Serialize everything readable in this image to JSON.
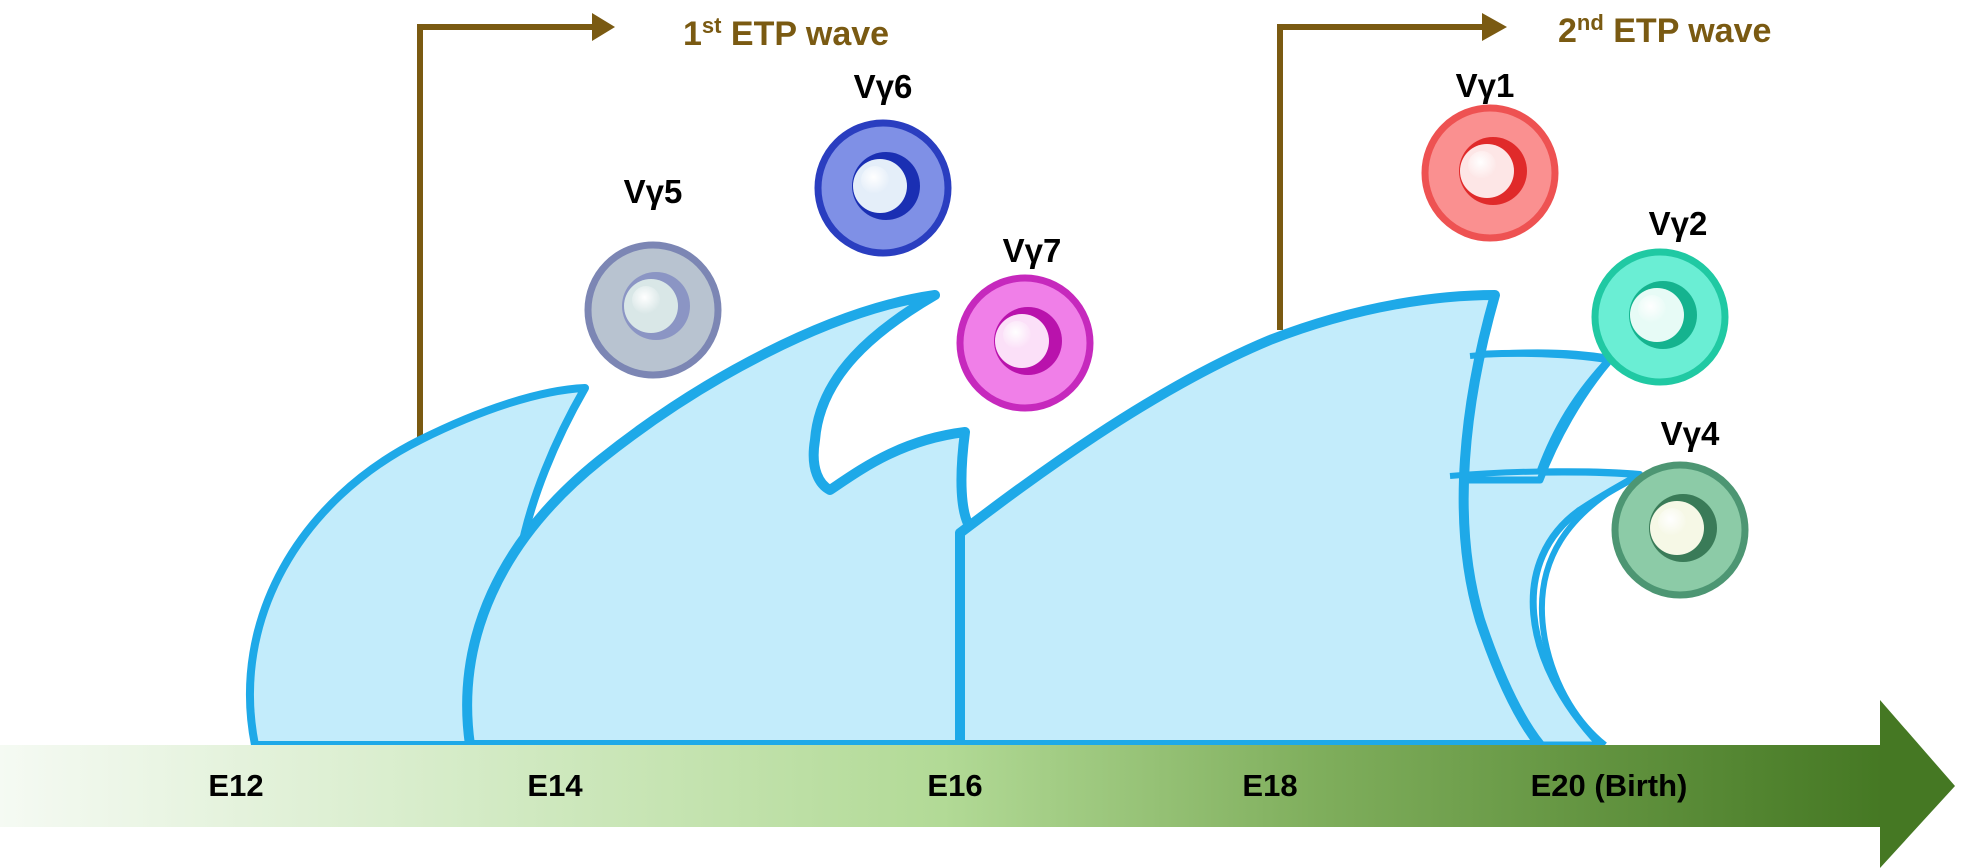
{
  "timeline": {
    "ticks": [
      "E12",
      "E14",
      "E16",
      "E18",
      "E20 (Birth)"
    ]
  },
  "waves": [
    {
      "base": "1",
      "sup": "st",
      "rest": " ETP wave"
    },
    {
      "base": "2",
      "sup": "nd",
      "rest": " ETP wave"
    }
  ],
  "cells": [
    {
      "label": "Vγ5",
      "color": "#b9c4d1",
      "ring": "#6b77a8"
    },
    {
      "label": "Vγ6",
      "color": "#7f8fe6",
      "ring": "#2233b8"
    },
    {
      "label": "Vγ7",
      "color": "#f07ee9",
      "ring": "#c021b8"
    },
    {
      "label": "Vγ1",
      "color": "#f98f8f",
      "ring": "#e43a3a"
    },
    {
      "label": "Vγ2",
      "color": "#66ecd2",
      "ring": "#19b996"
    },
    {
      "label": "Vγ4",
      "color": "#8ccaa6",
      "ring": "#3f8a66"
    }
  ],
  "colors": {
    "arrow_start": "#f2f8ee",
    "arrow_mid": "#a9d48b",
    "arrow_end": "#4a7c28",
    "wave_fill": "#c3ecfb",
    "wave_stroke": "#1ea9e8",
    "bracket": "#7a5a12"
  }
}
